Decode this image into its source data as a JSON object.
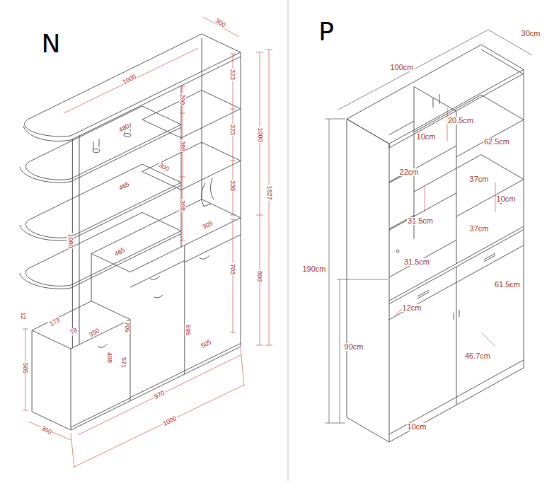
{
  "diagram": {
    "labels": [
      "N",
      "300",
      "1000",
      "323",
      "200",
      "323",
      "480",
      "1000",
      "388",
      "300",
      "1827",
      "465",
      "330",
      "388",
      "305",
      "1080",
      "465",
      "703",
      "800",
      "12",
      "173",
      "78",
      "350",
      "705",
      "408",
      "571",
      "695",
      "505",
      "505",
      "970",
      "1000",
      "300",
      "P",
      "30cm",
      "100cm",
      "20.5cm",
      "10cm",
      "62.5cm",
      "22cm",
      "37cm",
      "10cm",
      "31.5cm",
      "37cm",
      "31.5cm",
      "190cm",
      "61.5cm",
      "12cm",
      "90cm",
      "46.7cm",
      "10cm"
    ]
  }
}
